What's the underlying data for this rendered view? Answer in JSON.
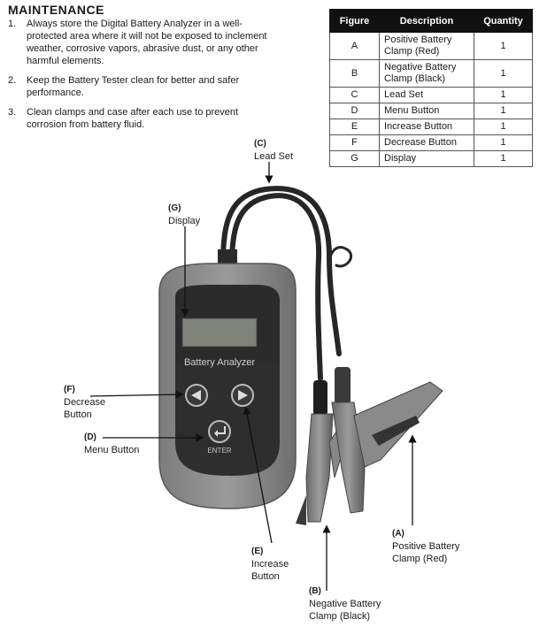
{
  "heading": "MAINTENANCE",
  "steps": [
    {
      "num": "1.",
      "text": "Always store the Digital Battery Analyzer in a well-protected area where it will not be exposed to inclement weather, corrosive vapors, abrasive dust, or any other harmful elements."
    },
    {
      "num": "2.",
      "text": "Keep the Battery Tester clean for better and safer performance."
    },
    {
      "num": "3.",
      "text": "Clean clamps and case after each use to prevent corrosion from battery fluid."
    }
  ],
  "table": {
    "headers": [
      "Figure",
      "Description",
      "Quantity"
    ],
    "rows": [
      {
        "figure": "A",
        "description": "Positive Battery Clamp (Red)",
        "quantity": "1"
      },
      {
        "figure": "B",
        "description": "Negative Battery Clamp (Black)",
        "quantity": "1"
      },
      {
        "figure": "C",
        "description": "Lead Set",
        "quantity": "1"
      },
      {
        "figure": "D",
        "description": "Menu Button",
        "quantity": "1"
      },
      {
        "figure": "E",
        "description": "Increase Button",
        "quantity": "1"
      },
      {
        "figure": "F",
        "description": "Decrease Button",
        "quantity": "1"
      },
      {
        "figure": "G",
        "description": "Display",
        "quantity": "1"
      }
    ]
  },
  "device": {
    "label": "Battery Analyzer",
    "enter_label": "ENTER"
  },
  "callouts": {
    "a": {
      "letter": "(A)",
      "text": "Positive Battery Clamp (Red)"
    },
    "b": {
      "letter": "(B)",
      "text": "Negative Battery Clamp (Black)"
    },
    "c": {
      "letter": "(C)",
      "text": "Lead Set"
    },
    "d": {
      "letter": "(D)",
      "text": "Menu Button"
    },
    "e": {
      "letter": "(E)",
      "text": "Increase Button"
    },
    "f": {
      "letter": "(F)",
      "text": "Decrease Button"
    },
    "g": {
      "letter": "(G)",
      "text": "Display"
    }
  }
}
